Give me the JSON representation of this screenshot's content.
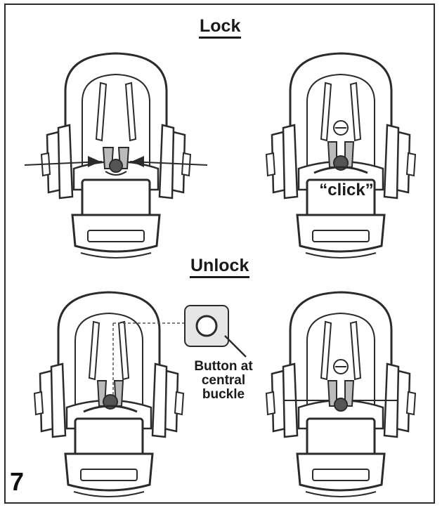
{
  "sections": {
    "lock": {
      "title": "Lock",
      "sound_label": "“click”"
    },
    "unlock": {
      "title": "Unlock",
      "callout": "Button at central buckle"
    }
  },
  "step_number": "7",
  "colors": {
    "line": "#2b2b2b",
    "fill": "#ffffff",
    "shade": "#e6e6e6"
  }
}
